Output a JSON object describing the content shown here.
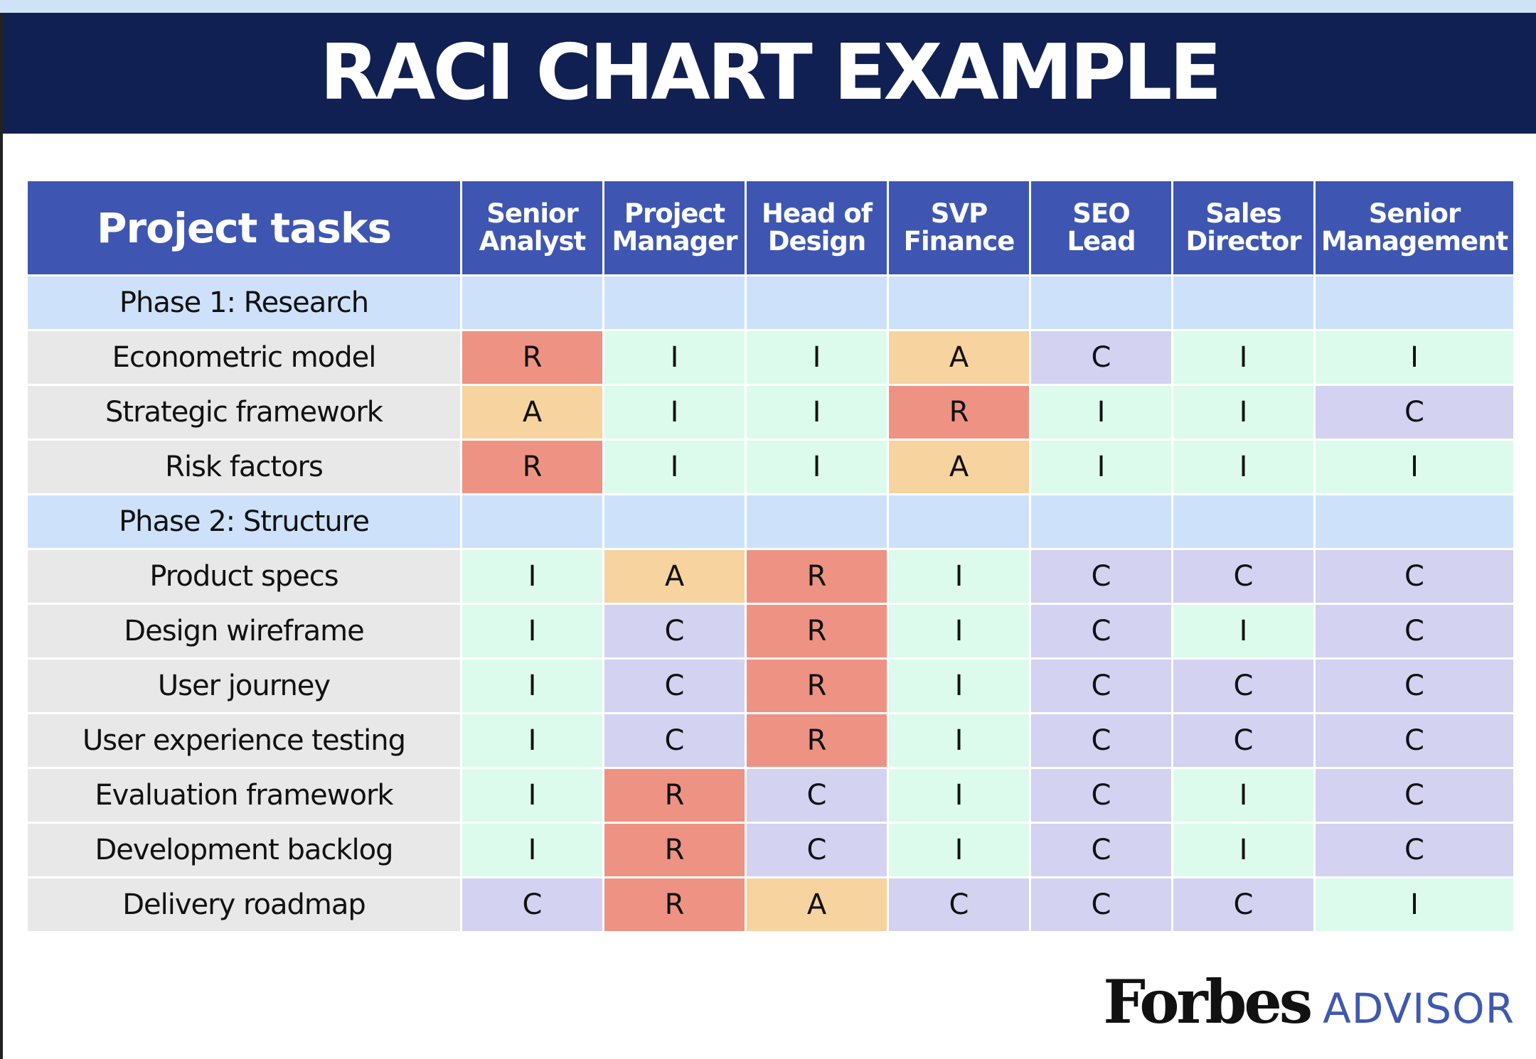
{
  "title": "RACI CHART EXAMPLE",
  "chart_data": {
    "type": "table",
    "columns": [
      "Project tasks",
      "Senior Analyst",
      "Project Manager",
      "Head of Design",
      "SVP Finance",
      "SEO Lead",
      "Sales Director",
      "Senior Management"
    ],
    "column_lines": [
      [
        "Project tasks"
      ],
      [
        "Senior",
        "Analyst"
      ],
      [
        "Project",
        "Manager"
      ],
      [
        "Head of",
        "Design"
      ],
      [
        "SVP",
        "Finance"
      ],
      [
        "SEO",
        "Lead"
      ],
      [
        "Sales",
        "Director"
      ],
      [
        "Senior",
        "Management"
      ]
    ],
    "phases": [
      {
        "label": "Phase 1: Research",
        "tasks": [
          {
            "task": "Econometric model",
            "values": [
              "R",
              "I",
              "I",
              "A",
              "C",
              "I",
              "I"
            ]
          },
          {
            "task": "Strategic framework",
            "values": [
              "A",
              "I",
              "I",
              "R",
              "I",
              "I",
              "C"
            ]
          },
          {
            "task": "Risk factors",
            "values": [
              "R",
              "I",
              "I",
              "A",
              "I",
              "I",
              "I"
            ]
          }
        ]
      },
      {
        "label": "Phase 2: Structure",
        "tasks": [
          {
            "task": "Product specs",
            "values": [
              "I",
              "A",
              "R",
              "I",
              "C",
              "C",
              "C"
            ]
          },
          {
            "task": "Design wireframe",
            "values": [
              "I",
              "C",
              "R",
              "I",
              "C",
              "I",
              "C"
            ]
          },
          {
            "task": "User journey",
            "values": [
              "I",
              "C",
              "R",
              "I",
              "C",
              "C",
              "C"
            ]
          },
          {
            "task": "User experience testing",
            "values": [
              "I",
              "C",
              "R",
              "I",
              "C",
              "C",
              "C"
            ]
          },
          {
            "task": "Evaluation framework",
            "values": [
              "I",
              "R",
              "C",
              "I",
              "C",
              "I",
              "C"
            ]
          },
          {
            "task": "Development backlog",
            "values": [
              "I",
              "R",
              "C",
              "I",
              "C",
              "I",
              "C"
            ]
          },
          {
            "task": "Delivery roadmap",
            "values": [
              "C",
              "R",
              "A",
              "C",
              "C",
              "C",
              "I"
            ]
          }
        ]
      }
    ],
    "colors": {
      "R": "#ee9383",
      "A": "#f6d39f",
      "C": "#d3d2f1",
      "I": "#dcfbec",
      "header": "#3e56b2",
      "phase": "#cde2fa",
      "task": "#e8e8e8",
      "banner": "#112052"
    }
  },
  "logo": {
    "forbes": "Forbes",
    "advisor": "ADVISOR"
  }
}
